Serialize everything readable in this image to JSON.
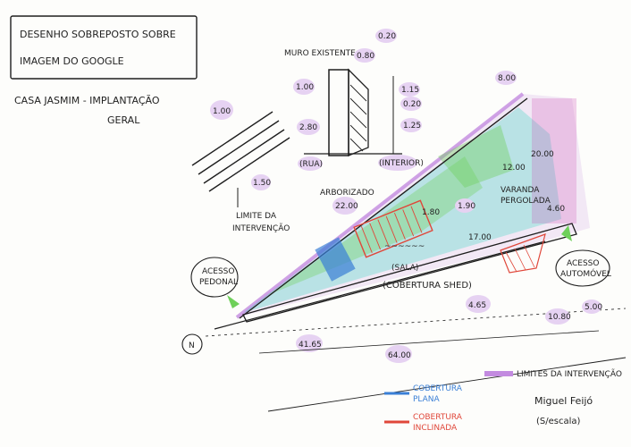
{
  "title_box": {
    "line1": "DESENHO SOBREPOSTO SOBRE",
    "line2": "IMAGEM DO GOOGLE"
  },
  "subtitle": {
    "line1": "CASA JASMIM - IMPLANTAÇÃO",
    "line2": "GERAL"
  },
  "detail": {
    "muro_existente": "MURO EXISTENTE",
    "rua": "(RUA)",
    "interior": "(INTERIOR)",
    "dims": {
      "d020": "0.20",
      "d080": "0.80",
      "d100": "1.00",
      "d115": "1.15",
      "d020b": "0.20",
      "d125": "1.25",
      "d280": "2.80"
    }
  },
  "left_detail": {
    "d100": "1.00",
    "d150": "1.50",
    "limite_line1": "LIMITE DA",
    "limite_line2": "INTERVENÇÃO"
  },
  "plan": {
    "arborizado": "ARBORIZADO",
    "d2200": "22.00",
    "d180": "1.80",
    "d190": "1.90",
    "d1700": "17.00",
    "d1200": "12.00",
    "d2000": "20.00",
    "d800": "8.00",
    "d460": "4.60",
    "d1080": "10.80",
    "d500": "5.00",
    "d465": "4.65",
    "d4165": "41.65",
    "d6400": "64.00",
    "sala": "(SALA)",
    "cobertura_shed": "(COBERTURA SHED)",
    "varanda_line1": "VARANDA",
    "varanda_line2": "PERGOLADA",
    "acesso_pedonal_line1": "ACESSO",
    "acesso_pedonal_line2": "PEDONAL",
    "acesso_auto_line1": "ACESSO",
    "acesso_auto_line2": "AUTOMÓVEL",
    "north": "N",
    "vegetation_marks": "~~~~~~"
  },
  "legend": {
    "plana_line1": "COBERTURA",
    "plana_line2": "PLANA",
    "inclinada_line1": "COBERTURA",
    "inclinada_line2": "INCLINADA",
    "limites": "LIMITES DA INTERVENÇÃO",
    "colors": {
      "plana": "#3a7fd6",
      "inclinada": "#e0473a",
      "limites": "#c38be0"
    }
  },
  "signature": {
    "name": "Miguel Feijó",
    "scale": "(S/escala)"
  },
  "colors": {
    "ink": "#1e1e1e",
    "green": "#6fd05a",
    "cyan": "#4fd6c9",
    "violet": "#c38be0",
    "magenta": "#d04fb8",
    "dimbubble": "#e6d2f2"
  }
}
